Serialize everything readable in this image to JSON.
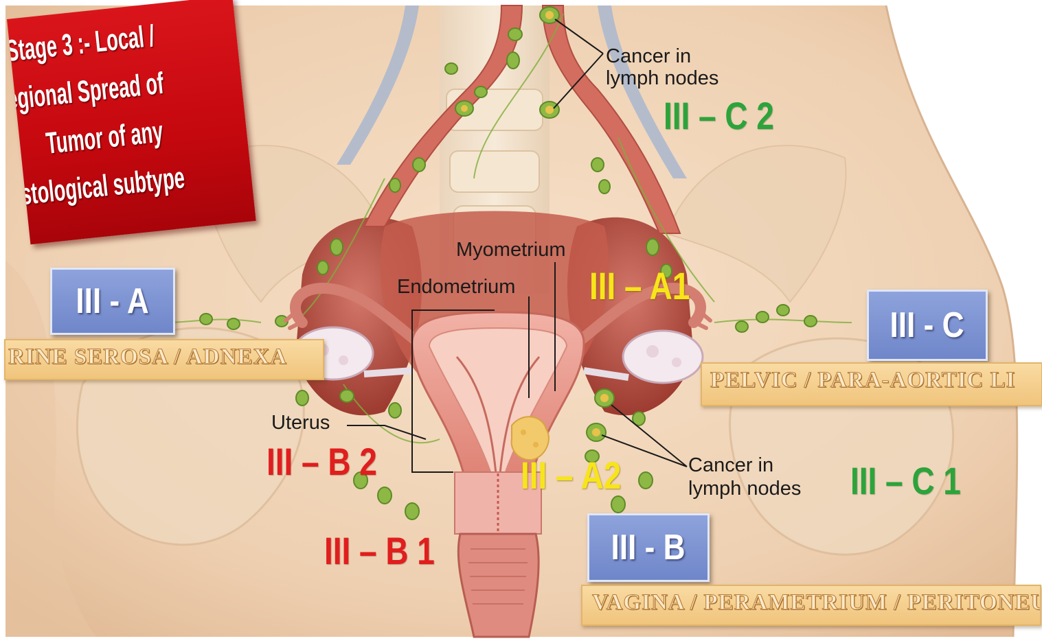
{
  "banner": {
    "lines": [
      "Stage 3 :- Local /",
      "egional Spread of",
      "Tumor of any",
      "istological subtype"
    ]
  },
  "stages": {
    "a": {
      "box": "III - A",
      "site": "RINE SEROSA / ADNEXA"
    },
    "b": {
      "box": "III - B",
      "site": "VAGINA / PERAMETRIUM / PERITONEUM"
    },
    "c": {
      "box": "III - C",
      "site": "PELVIC / PARA-AORTIC LI"
    }
  },
  "substages": {
    "a1": "III – A1",
    "a2": "III – A2",
    "b1": "III – B 1",
    "b2": "III – B 2",
    "c1": "III – C 1",
    "c2": "III – C 2"
  },
  "labels": {
    "lymph_top_1": "Cancer in",
    "lymph_top_2": "lymph nodes",
    "lymph_bottom_1": "Cancer in",
    "lymph_bottom_2": "lymph nodes",
    "myometrium": "Myometrium",
    "endometrium": "Endometrium",
    "uterus": "Uterus"
  },
  "colors": {
    "skin": "#f1d5b8",
    "organ": "#e59a8e",
    "muscle": "#b34c3e",
    "lymph_node": "#7fae3a",
    "tumor": "#f2c96b",
    "code_green": "#2da33b",
    "code_red": "#e01e1e",
    "code_yellow": "#f7e51a",
    "stage_box": "#7a8fd0",
    "band": "#f3cf8b",
    "banner": "#cc0a10"
  }
}
